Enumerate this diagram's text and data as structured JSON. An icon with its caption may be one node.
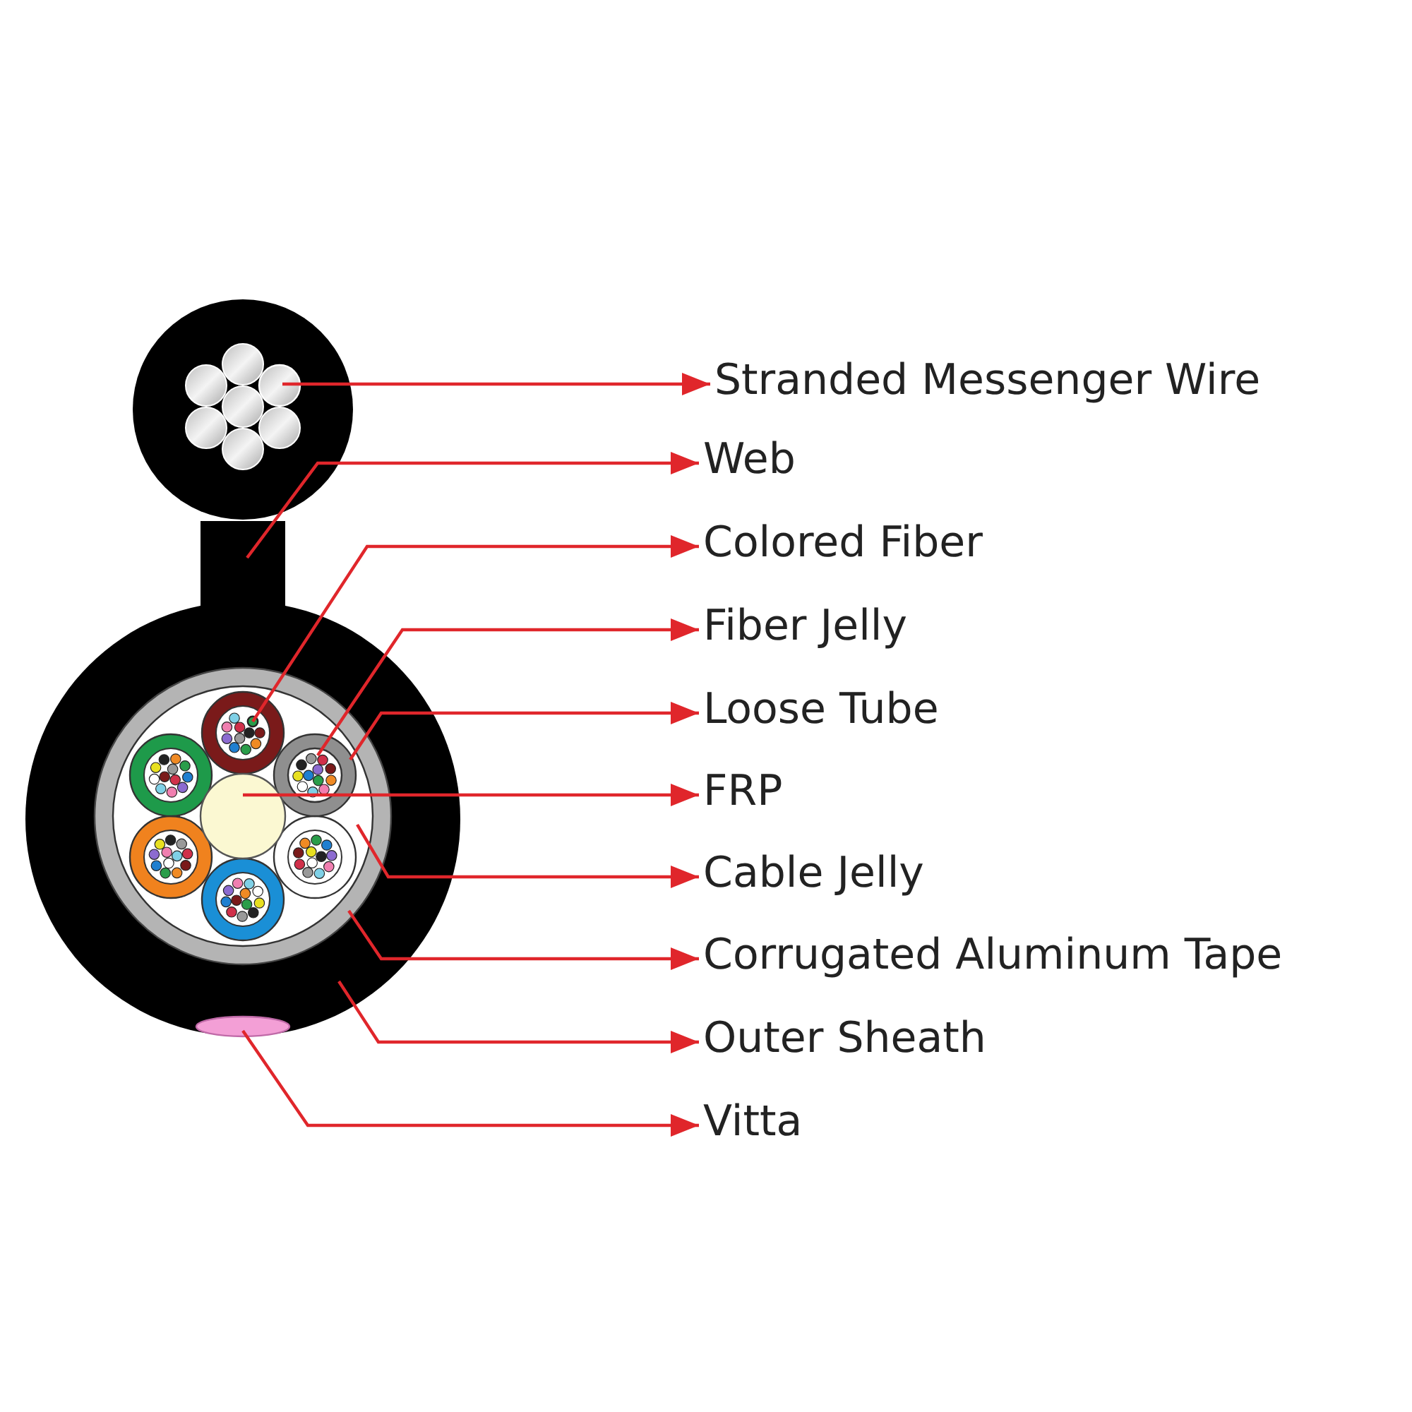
{
  "diagram": {
    "nodes": [
      {
        "text": [
          "Stranded Messenger Wire"
        ]
      },
      {
        "text": [
          "Web"
        ]
      },
      {
        "text": [
          "Colored Fiber"
        ]
      },
      {
        "text": [
          "Fiber Jelly"
        ]
      },
      {
        "text": [
          "Loose Tube"
        ]
      },
      {
        "text": [
          "FRP"
        ]
      },
      {
        "text": [
          "Cable Jelly"
        ]
      },
      {
        "text": [
          "Corrugated Aluminum Tape"
        ]
      },
      {
        "text": [
          "Outer Sheath"
        ]
      },
      {
        "text": [
          "Vitta"
        ]
      },
      {
        "text": [],
        "shape": "circle"
      },
      {
        "text": [],
        "shape": "box"
      },
      {
        "text": [],
        "shape": "circle",
        "in": 16
      },
      {
        "text": [],
        "shape": "circle",
        "in": 14
      },
      {
        "text": [],
        "shape": "circle",
        "in": 16
      },
      {
        "text": [],
        "shape": "circle",
        "in": 16
      },
      {
        "text": [],
        "shape": "circle",
        "in": 17
      },
      {
        "text": [],
        "shape": "circle",
        "in": 18
      },
      {
        "text": [],
        "shape": "circle"
      },
      {
        "text": [],
        "shape": "circle",
        "in": 18
      }
    ],
    "edges": [
      {
        "from": 10,
        "to": 0,
        "arrow": "to"
      },
      {
        "from": 11,
        "to": 1,
        "arrow": "to"
      },
      {
        "from": 12,
        "to": 2,
        "arrow": "to"
      },
      {
        "from": 13,
        "to": 3,
        "arrow": "to"
      },
      {
        "from": 14,
        "to": 4,
        "arrow": "to"
      },
      {
        "from": 15,
        "to": 5,
        "arrow": "to"
      },
      {
        "from": 16,
        "to": 6,
        "arrow": "to"
      },
      {
        "from": 17,
        "to": 7,
        "arrow": "to"
      },
      {
        "from": 18,
        "to": 8,
        "arrow": "to"
      },
      {
        "from": 19,
        "to": 9,
        "arrow": "to"
      }
    ]
  }
}
